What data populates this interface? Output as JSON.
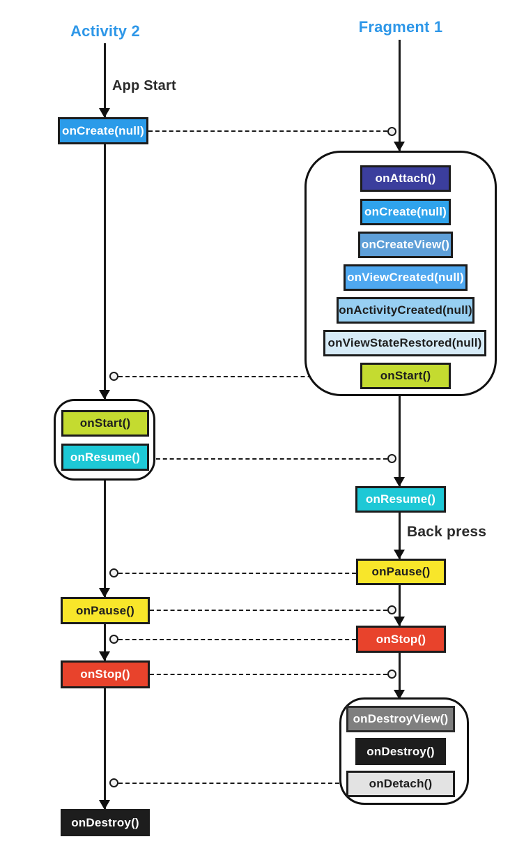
{
  "headers": {
    "activity": {
      "label": "Activity 2",
      "color": "#2e97e8"
    },
    "fragment": {
      "label": "Fragment 1",
      "color": "#2e97e8"
    }
  },
  "annotations": {
    "app_start": "App Start",
    "back_press": "Back press"
  },
  "colors": {
    "line": "#1a1a1a",
    "box_border": "#1c1c1c",
    "background": "#ffffff"
  },
  "nodes": {
    "activity_oncreate": {
      "label": "onCreate(null)",
      "bg": "#2b9be9",
      "fg": "#ffffff"
    },
    "activity_onstart": {
      "label": "onStart()",
      "bg": "#c4db30",
      "fg": "#1e1e1e"
    },
    "activity_onresume": {
      "label": "onResume()",
      "bg": "#1ec8d6",
      "fg": "#ffffff"
    },
    "activity_onpause": {
      "label": "onPause()",
      "bg": "#f8e62a",
      "fg": "#1e1e1e"
    },
    "activity_onstop": {
      "label": "onStop()",
      "bg": "#e8432c",
      "fg": "#ffffff"
    },
    "activity_ondestroy": {
      "label": "onDestroy()",
      "bg": "#1d1d1d",
      "fg": "#ffffff"
    },
    "frag_onattach": {
      "label": "onAttach()",
      "bg": "#3b3e9d",
      "fg": "#ffffff"
    },
    "frag_oncreate": {
      "label": "onCreate(null)",
      "bg": "#2fa3ec",
      "fg": "#ffffff"
    },
    "frag_oncreateview": {
      "label": "onCreateView()",
      "bg": "#5e9fd8",
      "fg": "#ffffff"
    },
    "frag_onviewcreated": {
      "label": "onViewCreated(null)",
      "bg": "#4fa8f0",
      "fg": "#ffffff"
    },
    "frag_onactivitycreated": {
      "label": "onActivityCreated(null)",
      "bg": "#97cff2",
      "fg": "#1e1e1e"
    },
    "frag_onviewstaterestored": {
      "label": "onViewStateRestored(null)",
      "bg": "#d6ebf7",
      "fg": "#1e1e1e"
    },
    "frag_onstart": {
      "label": "onStart()",
      "bg": "#c4db30",
      "fg": "#1e1e1e"
    },
    "frag_onresume": {
      "label": "onResume()",
      "bg": "#1ec8d6",
      "fg": "#ffffff"
    },
    "frag_onpause": {
      "label": "onPause()",
      "bg": "#f8e62a",
      "fg": "#1e1e1e"
    },
    "frag_onstop": {
      "label": "onStop()",
      "bg": "#e8432c",
      "fg": "#ffffff"
    },
    "frag_ondestroyview": {
      "label": "onDestroyView()",
      "bg": "#7f7f7f",
      "fg": "#ffffff"
    },
    "frag_ondestroy": {
      "label": "onDestroy()",
      "bg": "#1d1d1d",
      "fg": "#ffffff"
    },
    "frag_ondetach": {
      "label": "onDetach()",
      "bg": "#e3e3e3",
      "fg": "#1e1e1e"
    }
  },
  "groups": {
    "fragment_create_group": {
      "contains": [
        "frag_onattach",
        "frag_oncreate",
        "frag_oncreateview",
        "frag_onviewcreated",
        "frag_onactivitycreated",
        "frag_onviewstaterestored",
        "frag_onstart"
      ]
    },
    "activity_resume_group": {
      "contains": [
        "activity_onstart",
        "activity_onresume"
      ]
    },
    "fragment_destroy_group": {
      "contains": [
        "frag_ondestroyview",
        "frag_ondestroy",
        "frag_ondetach"
      ]
    }
  }
}
